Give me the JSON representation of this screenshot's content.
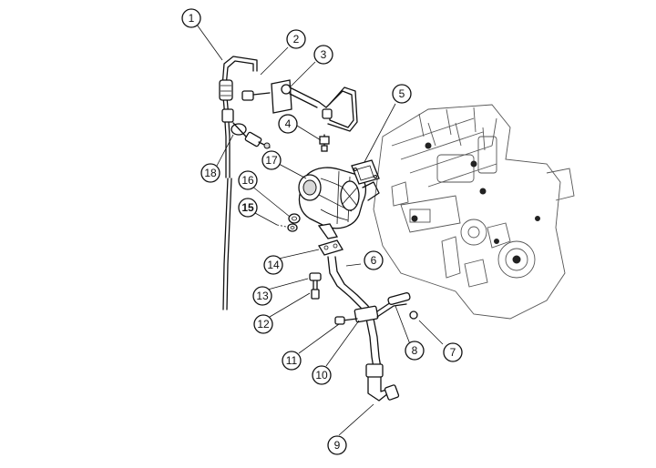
{
  "diagram": {
    "highlight_color": "#e30613",
    "line_color": "#111111",
    "callouts": [
      {
        "id": "c1",
        "label": "1",
        "highlighted": false
      },
      {
        "id": "c2",
        "label": "2",
        "highlighted": false
      },
      {
        "id": "c3",
        "label": "3",
        "highlighted": false
      },
      {
        "id": "c4",
        "label": "4",
        "highlighted": false
      },
      {
        "id": "c5",
        "label": "5",
        "highlighted": false
      },
      {
        "id": "c6",
        "label": "6",
        "highlighted": false
      },
      {
        "id": "c7",
        "label": "7",
        "highlighted": false
      },
      {
        "id": "c8",
        "label": "8",
        "highlighted": false
      },
      {
        "id": "c9",
        "label": "9",
        "highlighted": false
      },
      {
        "id": "c10",
        "label": "10",
        "highlighted": false
      },
      {
        "id": "c11",
        "label": "11",
        "highlighted": false
      },
      {
        "id": "c12",
        "label": "12",
        "highlighted": false
      },
      {
        "id": "c13",
        "label": "13",
        "highlighted": false
      },
      {
        "id": "c14",
        "label": "14",
        "highlighted": false
      },
      {
        "id": "c15",
        "label": "15",
        "highlighted": true
      },
      {
        "id": "c16",
        "label": "16",
        "highlighted": false
      },
      {
        "id": "c17",
        "label": "17",
        "highlighted": false
      },
      {
        "id": "c18",
        "label": "18",
        "highlighted": false
      }
    ]
  }
}
